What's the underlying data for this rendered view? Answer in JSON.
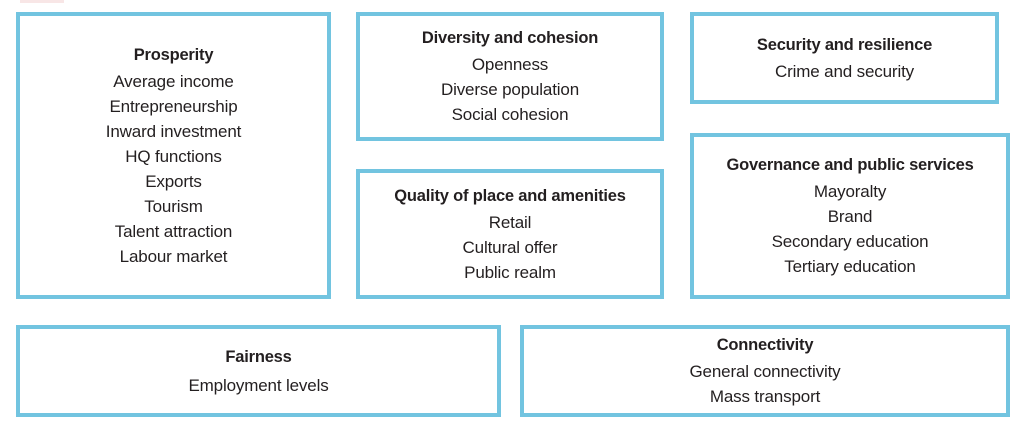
{
  "theme": {
    "border_color": "#72c4e0",
    "box_fill": "#ffffff",
    "text_color": "#231f20",
    "page_background": "#ffffff"
  },
  "boxes": [
    {
      "id": "prosperity",
      "title": "Prosperity",
      "items": [
        "Average income",
        "Entrepreneurship",
        "Inward investment",
        "HQ functions",
        "Exports",
        "Tourism",
        "Talent attraction",
        "Labour market"
      ]
    },
    {
      "id": "diversity",
      "title": "Diversity and cohesion",
      "items": [
        "Openness",
        "Diverse population",
        "Social cohesion"
      ]
    },
    {
      "id": "quality",
      "title": "Quality of place and amenities",
      "items": [
        "Retail",
        "Cultural offer",
        "Public realm"
      ]
    },
    {
      "id": "security",
      "title": "Security and resilience",
      "items": [
        "Crime and security"
      ]
    },
    {
      "id": "governance",
      "title": "Governance and public services",
      "items": [
        "Mayoralty",
        "Brand",
        "Secondary education",
        "Tertiary education"
      ]
    },
    {
      "id": "fairness",
      "title": "Fairness",
      "items": [
        "Employment levels"
      ]
    },
    {
      "id": "connectivity",
      "title": "Connectivity",
      "items": [
        "General connectivity",
        "Mass transport"
      ]
    }
  ]
}
